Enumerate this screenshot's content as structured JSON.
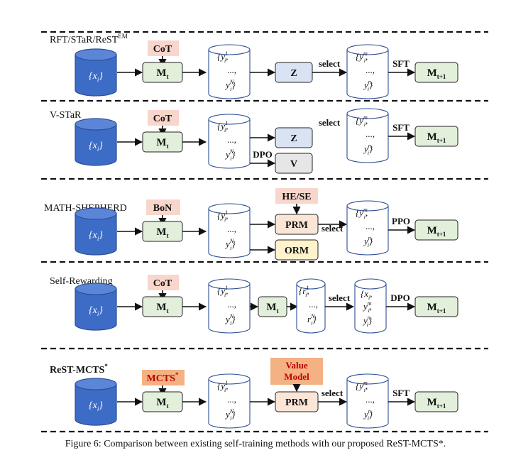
{
  "caption": "Figure 6: Comparison between existing self-training methods with our proposed ReST-MCTS*.",
  "input_symbol": "{x",
  "input_sub": "i",
  "input_close": "}",
  "model": {
    "base": "M",
    "sub_t": "t",
    "sub_next": "t+1"
  },
  "samples": {
    "open": "{y",
    "sup1": "1",
    "supN": "N",
    "supm": "m",
    "supn": "n",
    "sub": "i",
    "dots": "...,"
  },
  "rewards": {
    "open": "{r",
    "sup1": "1",
    "supN": "N",
    "sub": "i"
  },
  "rows": [
    {
      "label": "RFT/STaR/ReST",
      "label_sup": "EM",
      "prompt": "CoT",
      "judge": "Z",
      "select": "select",
      "train": "SFT"
    },
    {
      "label": "V-STaR",
      "prompt": "CoT",
      "judge": "Z",
      "judge2": "V",
      "dpo": "DPO",
      "select": "select",
      "train": "SFT"
    },
    {
      "label": "MATH-SHEPHERD",
      "prompt": "BoN",
      "hint": "HE/SE",
      "judge": "PRM",
      "judge2": "ORM",
      "select": "select",
      "train": "PPO"
    },
    {
      "label": "Self-Rewarding",
      "prompt": "CoT",
      "select": "select",
      "train": "DPO"
    },
    {
      "label": "ReST-MCTS",
      "label_sup": "*",
      "prompt": "MCTS",
      "prompt_sup": "*",
      "hint_line1": "Value",
      "hint_line2": "Model",
      "judge": "PRM",
      "select": "select",
      "train": "SFT"
    }
  ],
  "colors": {
    "db_fill": "#3d6cc6",
    "db_top": "#5b86d8",
    "db_stroke": "#2c4f96",
    "model_fill": "#e2efda",
    "z_fill": "#dae3f3",
    "v_fill": "#e7e6e6",
    "prm_fill": "#fbe5d6",
    "orm_fill": "#fff2cc",
    "prompt_fill": "#f8d6cc",
    "mcts_fill": "#f4b183",
    "mcts_text": "#c00000",
    "line": "#111111"
  }
}
